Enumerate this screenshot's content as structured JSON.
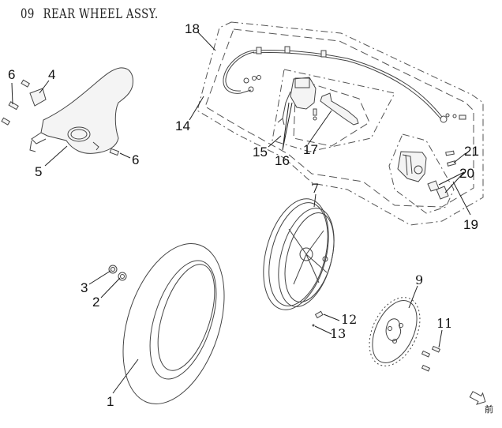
{
  "title": {
    "section_number": "09",
    "section_name": "REAR WHEEL ASSY."
  },
  "callouts": [
    {
      "id": "1",
      "part": "tire"
    },
    {
      "id": "2",
      "part": "washer"
    },
    {
      "id": "3",
      "part": "nut"
    },
    {
      "id": "4",
      "part": "bracket"
    },
    {
      "id": "5",
      "part": "rear-fender"
    },
    {
      "id": "6",
      "part": "bolt"
    },
    {
      "id": "6",
      "part": "bolt"
    },
    {
      "id": "7",
      "part": "rear-wheel-rim"
    },
    {
      "id": "9",
      "part": "brake-disc"
    },
    {
      "id": "11",
      "part": "disc-bolt"
    },
    {
      "id": "12",
      "part": "valve"
    },
    {
      "id": "13",
      "part": "valve-core"
    },
    {
      "id": "14",
      "part": "brake-hose"
    },
    {
      "id": "15",
      "part": "master-cylinder"
    },
    {
      "id": "16",
      "part": "switch-wire"
    },
    {
      "id": "17",
      "part": "brake-lever"
    },
    {
      "id": "18",
      "part": "brake-line-assembly"
    },
    {
      "id": "19",
      "part": "brake-caliper-assembly"
    },
    {
      "id": "20",
      "part": "brake-pads"
    },
    {
      "id": "21",
      "part": "caliper-bolt"
    }
  ],
  "direction_indicator": {
    "icon": "arrow-right-outline-icon",
    "label": "前"
  }
}
